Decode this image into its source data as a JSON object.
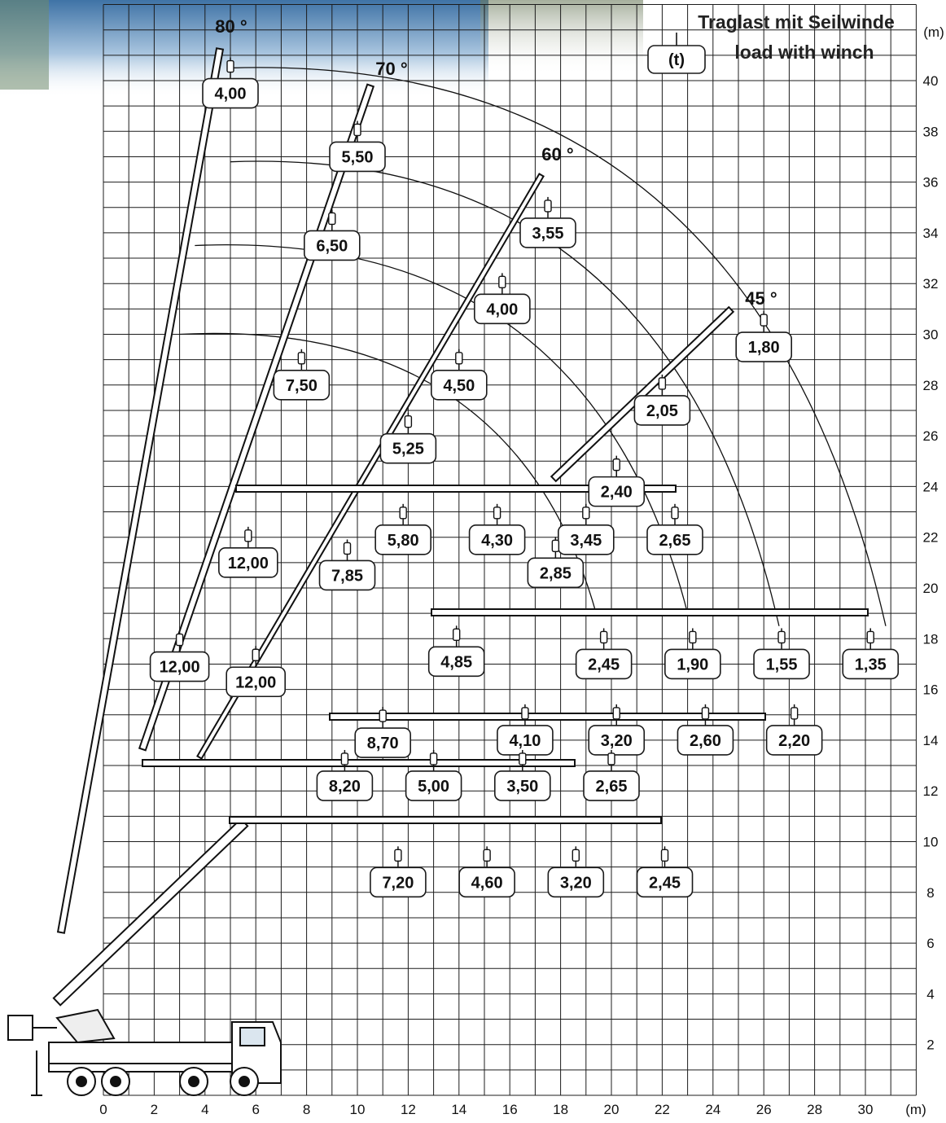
{
  "header": {
    "title_de": "Traglast mit Seilwinde",
    "title_en": "load with winch",
    "unit_box": "(t)"
  },
  "axes": {
    "x_unit": "(m)",
    "y_unit": "(m)",
    "x_ticks": [
      "0",
      "2",
      "4",
      "6",
      "8",
      "10",
      "12",
      "14",
      "16",
      "18",
      "20",
      "22",
      "24",
      "26",
      "28",
      "30"
    ],
    "y_ticks": [
      "2",
      "4",
      "6",
      "8",
      "10",
      "12",
      "14",
      "16",
      "18",
      "20",
      "22",
      "24",
      "26",
      "28",
      "30",
      "32",
      "34",
      "36",
      "38",
      "40"
    ]
  },
  "angles": [
    "80 °",
    "70 °",
    "60 °",
    "45 °"
  ],
  "chart_data": {
    "type": "table",
    "title": "Traglast mit Seilwinde / load with winch",
    "unit": "(t)",
    "xlabel": "(m)",
    "ylabel": "(m)",
    "xlim": [
      0,
      32
    ],
    "ylim": [
      0,
      41
    ],
    "grid": true,
    "load_points": [
      {
        "x": 5.0,
        "y": 39.5,
        "load": "4,00"
      },
      {
        "x": 10.0,
        "y": 37.0,
        "load": "5,50"
      },
      {
        "x": 17.5,
        "y": 34.0,
        "load": "3,55"
      },
      {
        "x": 9.0,
        "y": 33.5,
        "load": "6,50"
      },
      {
        "x": 15.7,
        "y": 31.0,
        "load": "4,00"
      },
      {
        "x": 26.0,
        "y": 29.5,
        "load": "1,80"
      },
      {
        "x": 7.8,
        "y": 28.0,
        "load": "7,50"
      },
      {
        "x": 14.0,
        "y": 28.0,
        "load": "4,50"
      },
      {
        "x": 22.0,
        "y": 27.0,
        "load": "2,05"
      },
      {
        "x": 12.0,
        "y": 25.5,
        "load": "5,25"
      },
      {
        "x": 20.2,
        "y": 23.8,
        "load": "2,40"
      },
      {
        "x": 5.7,
        "y": 21.0,
        "load": "12,00"
      },
      {
        "x": 11.8,
        "y": 21.9,
        "load": "5,80"
      },
      {
        "x": 15.5,
        "y": 21.9,
        "load": "4,30"
      },
      {
        "x": 19.0,
        "y": 21.9,
        "load": "3,45"
      },
      {
        "x": 22.5,
        "y": 21.9,
        "load": "2,65"
      },
      {
        "x": 9.6,
        "y": 20.5,
        "load": "7,85"
      },
      {
        "x": 17.8,
        "y": 20.6,
        "load": "2,85"
      },
      {
        "x": 3.0,
        "y": 16.9,
        "load": "12,00"
      },
      {
        "x": 6.0,
        "y": 16.3,
        "load": "12,00"
      },
      {
        "x": 13.9,
        "y": 17.1,
        "load": "4,85"
      },
      {
        "x": 19.7,
        "y": 17.0,
        "load": "2,45"
      },
      {
        "x": 23.2,
        "y": 17.0,
        "load": "1,90"
      },
      {
        "x": 26.7,
        "y": 17.0,
        "load": "1,55"
      },
      {
        "x": 30.2,
        "y": 17.0,
        "load": "1,35"
      },
      {
        "x": 11.0,
        "y": 13.9,
        "load": "8,70"
      },
      {
        "x": 16.6,
        "y": 14.0,
        "load": "4,10"
      },
      {
        "x": 20.2,
        "y": 14.0,
        "load": "3,20"
      },
      {
        "x": 23.7,
        "y": 14.0,
        "load": "2,60"
      },
      {
        "x": 27.2,
        "y": 14.0,
        "load": "2,20"
      },
      {
        "x": 9.5,
        "y": 12.2,
        "load": "8,20"
      },
      {
        "x": 13.0,
        "y": 12.2,
        "load": "5,00"
      },
      {
        "x": 16.5,
        "y": 12.2,
        "load": "3,50"
      },
      {
        "x": 20.0,
        "y": 12.2,
        "load": "2,65"
      },
      {
        "x": 11.6,
        "y": 8.4,
        "load": "7,20"
      },
      {
        "x": 15.1,
        "y": 8.4,
        "load": "4,60"
      },
      {
        "x": 18.6,
        "y": 8.4,
        "load": "3,20"
      },
      {
        "x": 22.1,
        "y": 8.4,
        "load": "2,45"
      }
    ]
  },
  "colors": {
    "grid": "#1c1c1c",
    "sky_top": "#4d7fb0",
    "sky_bottom": "#d8e6f2",
    "panel_bg": "#f4f5f1"
  }
}
